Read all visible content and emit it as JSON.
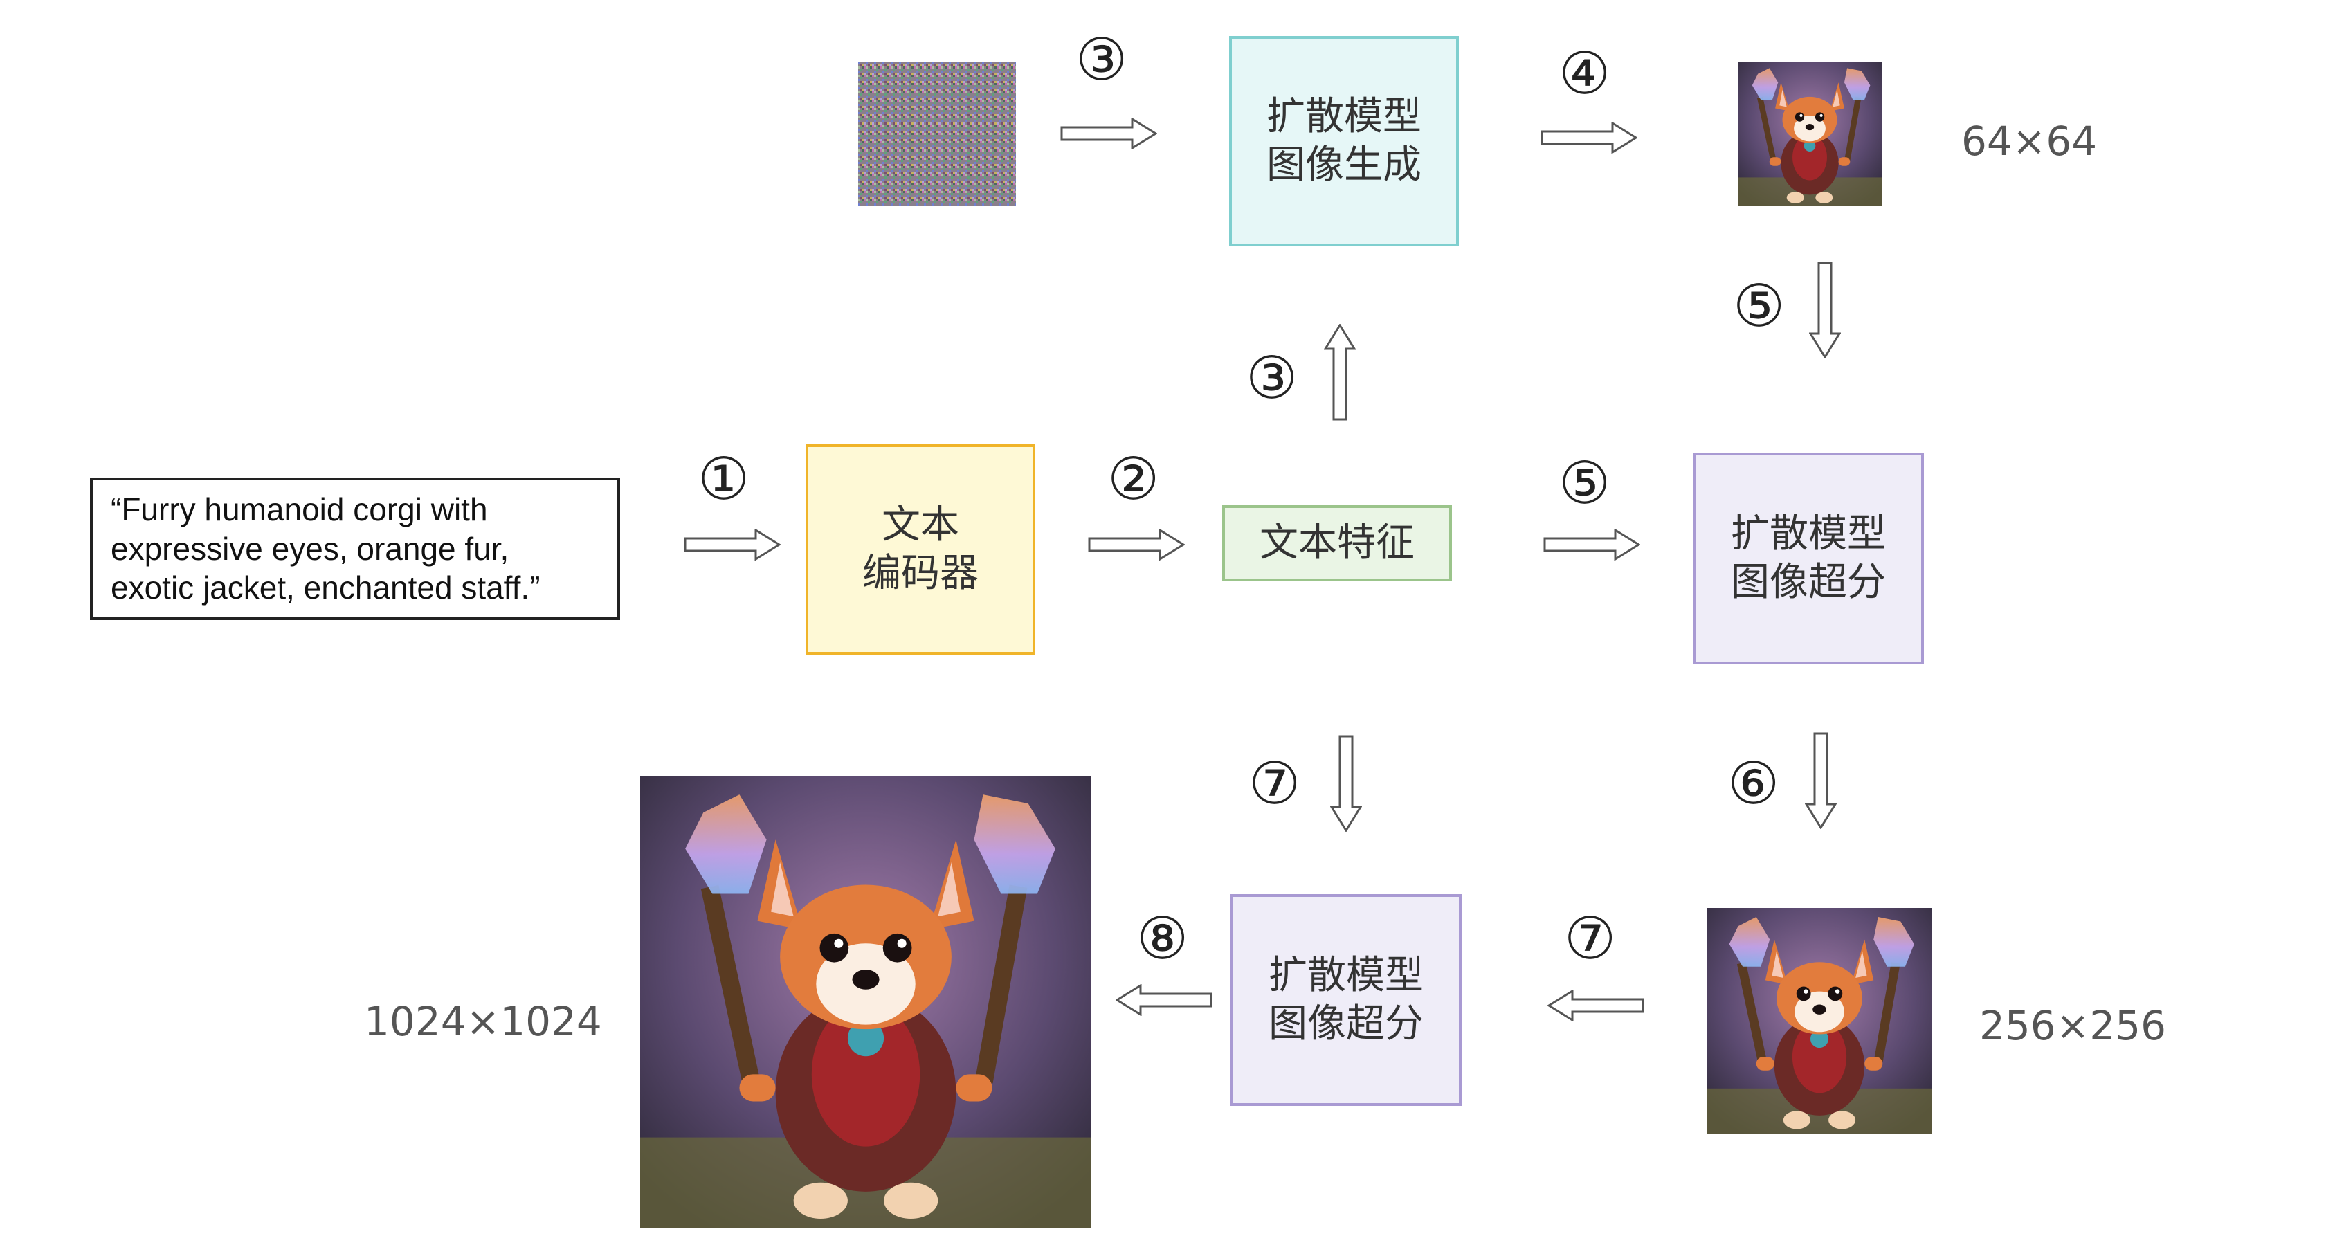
{
  "prompt": {
    "text": "“Furry humanoid corgi with\nexpressive eyes, orange fur,\nexotic jacket, enchanted staff.”"
  },
  "boxes": {
    "text_encoder": "文本\n编码器",
    "text_features": "文本特征",
    "diffusion_gen": "扩散模型\n图像生成",
    "diffusion_sr_1": "扩散模型\n图像超分",
    "diffusion_sr_2": "扩散模型\n图像超分"
  },
  "steps": {
    "s1": "①",
    "s2": "②",
    "s3_top": "③",
    "s3_up": "③",
    "s4": "④",
    "s5_down": "⑤",
    "s5_right": "⑤",
    "s6": "⑥",
    "s7_down": "⑦",
    "s7_left": "⑦",
    "s8": "⑧"
  },
  "sizes": {
    "small": "64×64",
    "medium": "256×256",
    "large": "1024×1024"
  },
  "colors": {
    "encoder_fill": "#FEF9D6",
    "encoder_border": "#F0B429",
    "features_fill": "#EAF5E5",
    "features_border": "#9BC48B",
    "gen_fill": "#E6F7F7",
    "gen_border": "#7FCFCF",
    "sr_fill": "#EFEDF8",
    "sr_border": "#A99AD3"
  }
}
